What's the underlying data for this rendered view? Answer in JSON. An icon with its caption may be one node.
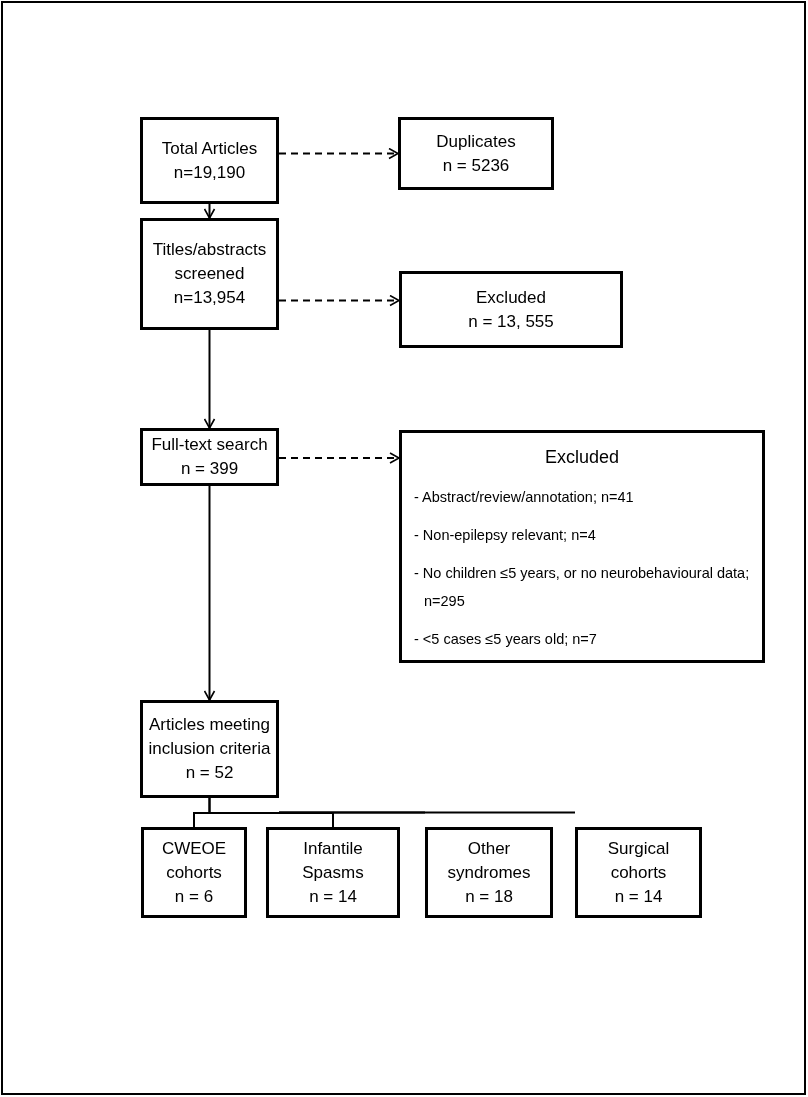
{
  "diagram": {
    "nodes": [
      {
        "text": [
          "Total Articles",
          "n=19,190"
        ]
      },
      {
        "text": [
          "Duplicates",
          "n = 5236"
        ]
      },
      {
        "text": [
          "Titles/abstracts screened",
          "n=13,954"
        ]
      },
      {
        "text": [
          "Excluded",
          "n = 13, 555"
        ]
      },
      {
        "text": [
          "Full-text search",
          "n = 399"
        ]
      },
      {
        "text": [
          "Excluded",
          "- Abstract/review/annotation; n=41",
          "- Non-epilepsy relevant; n=4",
          "- No children ≤5 years, or no neurobehavioural data; n=295",
          "- <5 cases ≤5 years old; n=7"
        ]
      },
      {
        "text": [
          "Articles meeting inclusion criteria",
          "n = 52"
        ]
      },
      {
        "text": [
          "CWEOE cohorts",
          "n = 6"
        ]
      },
      {
        "text": [
          "Infantile Spasms",
          "n = 14"
        ]
      },
      {
        "text": [
          "Other syndromes",
          "n = 18"
        ]
      },
      {
        "text": [
          "Surgical cohorts",
          "n = 14"
        ]
      }
    ],
    "edges": [
      {
        "from": 0,
        "to": 1,
        "arrow": "to",
        "style": "dashed"
      },
      {
        "from": 0,
        "to": 2,
        "arrow": "to"
      },
      {
        "from": 2,
        "to": 3,
        "arrow": "to",
        "style": "dashed"
      },
      {
        "from": 2,
        "to": 4,
        "arrow": "to"
      },
      {
        "from": 4,
        "to": 5,
        "arrow": "to",
        "style": "dashed"
      },
      {
        "from": 4,
        "to": 6,
        "arrow": "to"
      },
      {
        "from": 6,
        "to": 7,
        "arrow": "none"
      },
      {
        "from": 6,
        "to": 8,
        "arrow": "none"
      },
      {
        "from": 6,
        "to": 9,
        "arrow": "none"
      },
      {
        "from": 6,
        "to": 10,
        "arrow": "none"
      }
    ]
  }
}
